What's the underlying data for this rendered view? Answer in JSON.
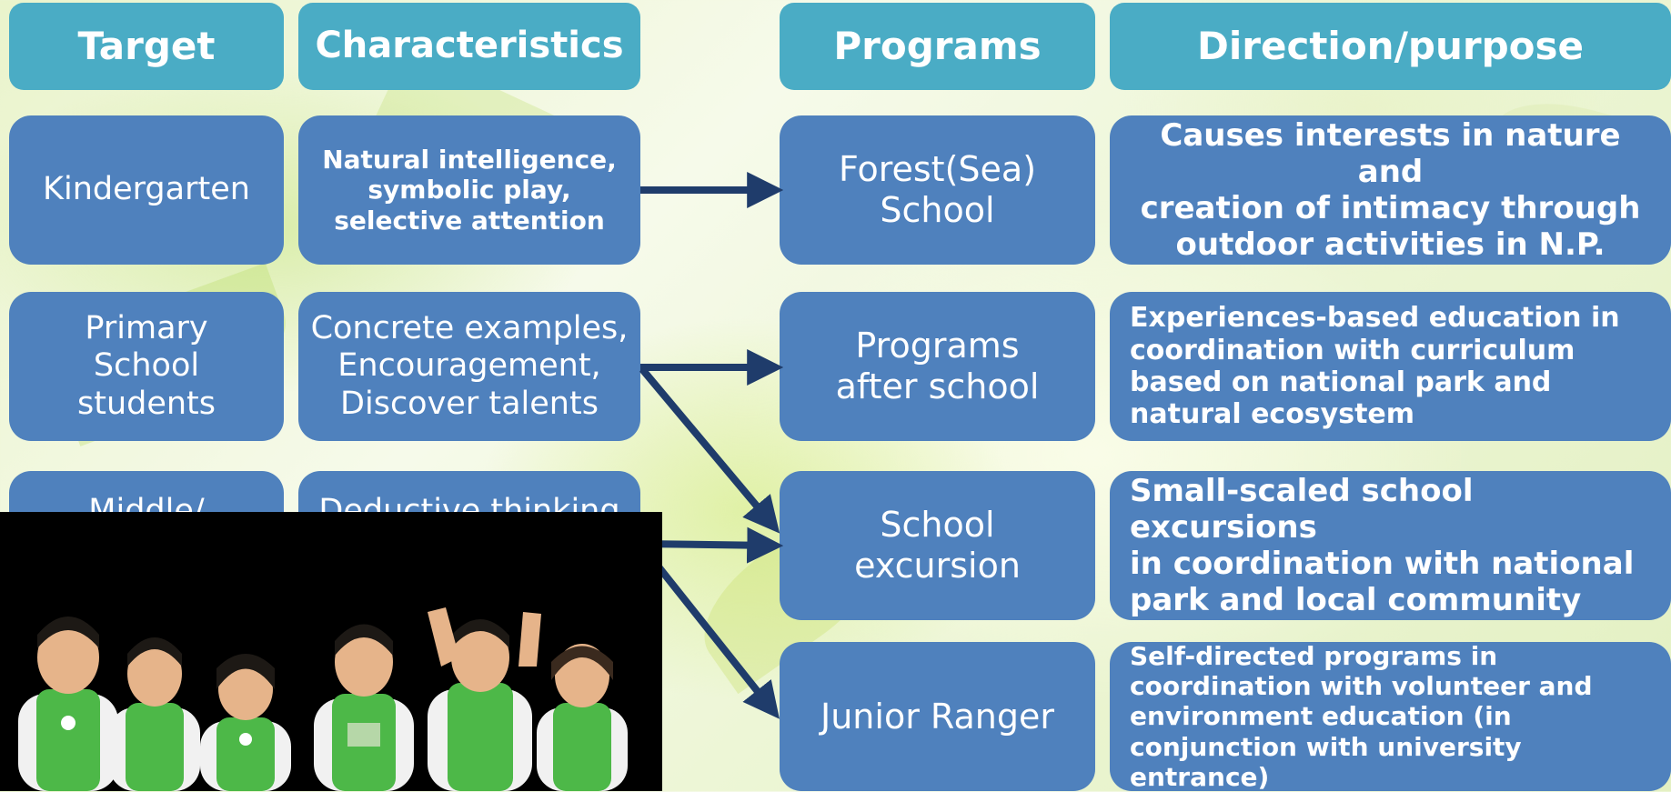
{
  "headers": {
    "target": "Target",
    "characteristics": "Characteristics",
    "programs": "Programs",
    "direction": "Direction/purpose"
  },
  "targets": [
    "Kindergarten",
    "Primary\nSchool\nstudents",
    "Middle/"
  ],
  "characteristics": [
    "Natural intelligence,\nsymbolic play,\nselective attention",
    "Concrete examples,\nEncouragement,\nDiscover talents",
    "Deductive thinking"
  ],
  "programs": [
    "Forest(Sea)\nSchool",
    "Programs\nafter school",
    "School\nexcursion",
    "Junior Ranger"
  ],
  "directions": [
    "Causes interests in nature and\ncreation of intimacy through\noutdoor activities in N.P.",
    "Experiences-based education in\ncoordination with curriculum\nbased on national park and\nnatural ecosystem",
    "Small-scaled school excursions\nin coordination with national\npark and local community",
    "Self-directed programs in\ncoordination with volunteer and\nenvironment education (in\nconjunction with university entrance)"
  ],
  "colors": {
    "header_bg": "#4aacc5",
    "cell_bg": "#4f81bd",
    "arrow": "#1f3c6b",
    "text": "#ffffff"
  },
  "photo": {
    "subject": "children-in-green-vests-photo"
  }
}
